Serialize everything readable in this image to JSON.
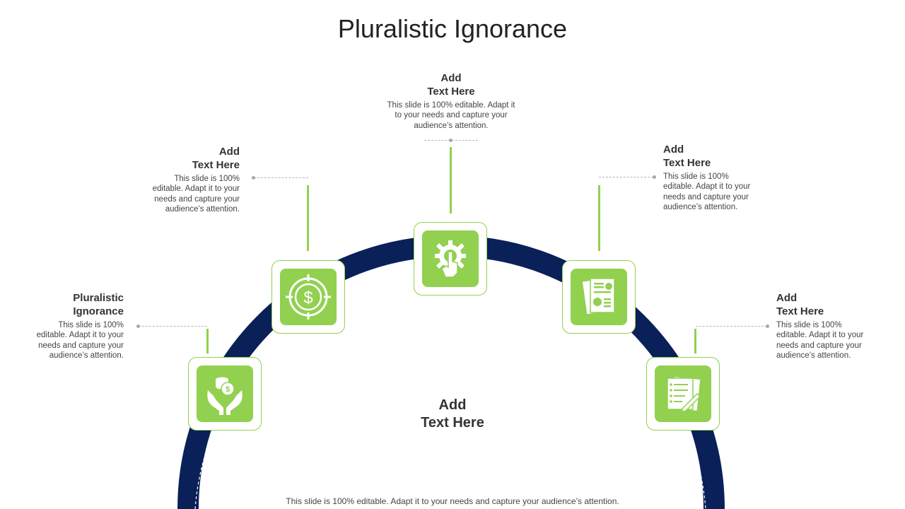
{
  "title": "Pluralistic Ignorance",
  "center_label": "Add\nText Here",
  "footer": "This slide is 100% editable. Adapt it to your needs and capture your audience’s attention.",
  "colors": {
    "arc": "#0a2058",
    "accent": "#92d050"
  },
  "items": [
    {
      "icon": "hands-coins-icon",
      "heading": "Pluralistic\nIgnorance",
      "body": "This slide is 100%\neditable. Adapt it to your\nneeds and capture your\naudience’s attention."
    },
    {
      "icon": "dollar-target-icon",
      "heading": "Add\nText Here",
      "body": "This slide is 100%\neditable. Adapt it to your\nneeds and capture your\naudience’s attention."
    },
    {
      "icon": "gear-hand-icon",
      "heading": "Add\nText Here",
      "body": "This slide is 100% editable. Adapt it\nto your needs and capture your\naudience’s attention."
    },
    {
      "icon": "finance-report-icon",
      "heading": "Add\nText Here",
      "body": "This slide is 100%\neditable. Adapt it to your\nneeds and capture your\naudience’s attention."
    },
    {
      "icon": "notepad-pencil-icon",
      "heading": "Add\nText Here",
      "body": "This slide is 100%\neditable. Adapt it to your\nneeds and capture your\naudience’s attention."
    }
  ]
}
